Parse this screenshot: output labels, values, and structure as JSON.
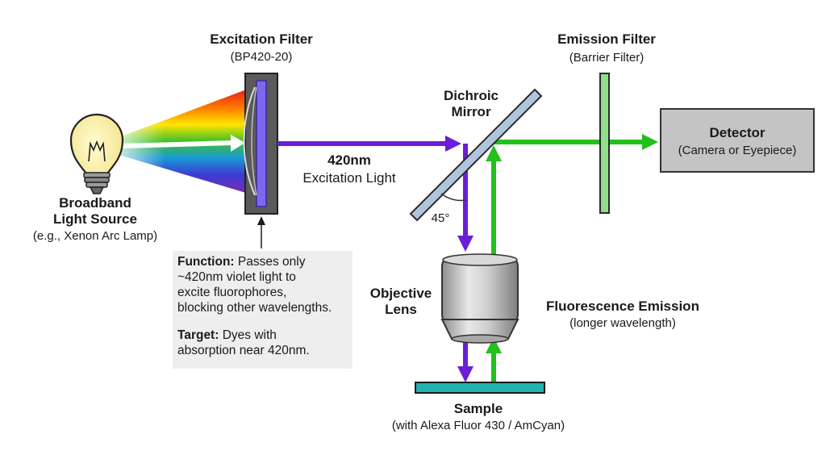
{
  "light_source": {
    "title_line1": "Broadband",
    "title_line2": "Light Source",
    "subtitle": "(e.g., Xenon Arc Lamp)"
  },
  "excitation_filter": {
    "title": "Excitation Filter",
    "subtitle": "(BP420-20)"
  },
  "excitation_light": {
    "wavelength": "420nm",
    "label": "Excitation Light"
  },
  "dichroic_mirror": {
    "line1": "Dichroic",
    "line2": "Mirror",
    "angle": "45°"
  },
  "emission_filter": {
    "title": "Emission Filter",
    "subtitle": "(Barrier Filter)"
  },
  "detector": {
    "title": "Detector",
    "subtitle": "(Camera or Eyepiece)"
  },
  "objective_lens": {
    "line1": "Objective",
    "line2": "Lens"
  },
  "fluorescence": {
    "title": "Fluorescence Emission",
    "subtitle": "(longer wavelength)"
  },
  "sample": {
    "title": "Sample",
    "subtitle": "(with Alexa Fluor 430 / AmCyan)"
  },
  "note": {
    "function_label": "Function:",
    "function_text": [
      " Passes only",
      "~420nm violet light to",
      "excite fluorophores,",
      "blocking other wavelengths."
    ],
    "target_label": "Target:",
    "target_text": [
      " Dyes with",
      "absorption near 420nm."
    ]
  },
  "colors": {
    "excitation": "#6a1fd6",
    "emission": "#22c01a",
    "filter_frame": "#5a5a5a",
    "filter_glass": "#7b68ee",
    "mirror": "#b0c4de",
    "emission_filter": "#90e08a",
    "detector_fill": "#c4c4c4",
    "sample_fill": "#22b3b0"
  }
}
